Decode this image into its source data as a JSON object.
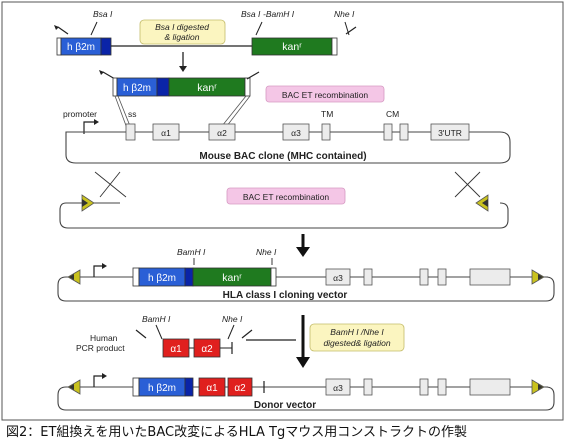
{
  "labels": {
    "bsa1_left": "Bsa I",
    "bsa1_right": "Bsa I",
    "bamh1_top": "-BamH I",
    "nhe1_top": "Nhe I",
    "digest_note_1": "Bsa I  digested",
    "digest_note_2": "& ligation",
    "hb2m": "h β2m",
    "kan": "kanʳ",
    "bac_et_1": "BAC ET recombination",
    "bac_et_2": "BAC ET recombination",
    "promoter": "promoter",
    "ss": "ss",
    "a1": "α1",
    "a2": "α2",
    "a3": "α3",
    "tm": "TM",
    "cm": "CM",
    "utr": "3'UTR",
    "mouse_bac": "Mouse BAC clone (MHC contained)",
    "bamh1_mid": "BamH I",
    "nhe1_mid": "Nhe I",
    "hla_vector": "HLA class I  cloning vector",
    "bamh1_low": "BamH I",
    "nhe1_low": "Nhe I",
    "human_1": "Human",
    "human_2": "PCR product",
    "digest2_1": "BamH I /Nhe I",
    "digest2_2": "digested& ligation",
    "donor_vector": "Donor vector"
  },
  "caption": "図2：ET組換えを用いたBAC改変によるHLA Tgマウス用コンストラクトの作製",
  "colors": {
    "hb2m_blue": "#2a5fd6",
    "kan_green": "#1f7a1f",
    "alpha_red": "#e0201e",
    "note_yellow": "#fbf5c0",
    "note_pink": "#f4c6e6",
    "arrow_olive": "#c9c21e",
    "exon_grey": "#ececec"
  }
}
